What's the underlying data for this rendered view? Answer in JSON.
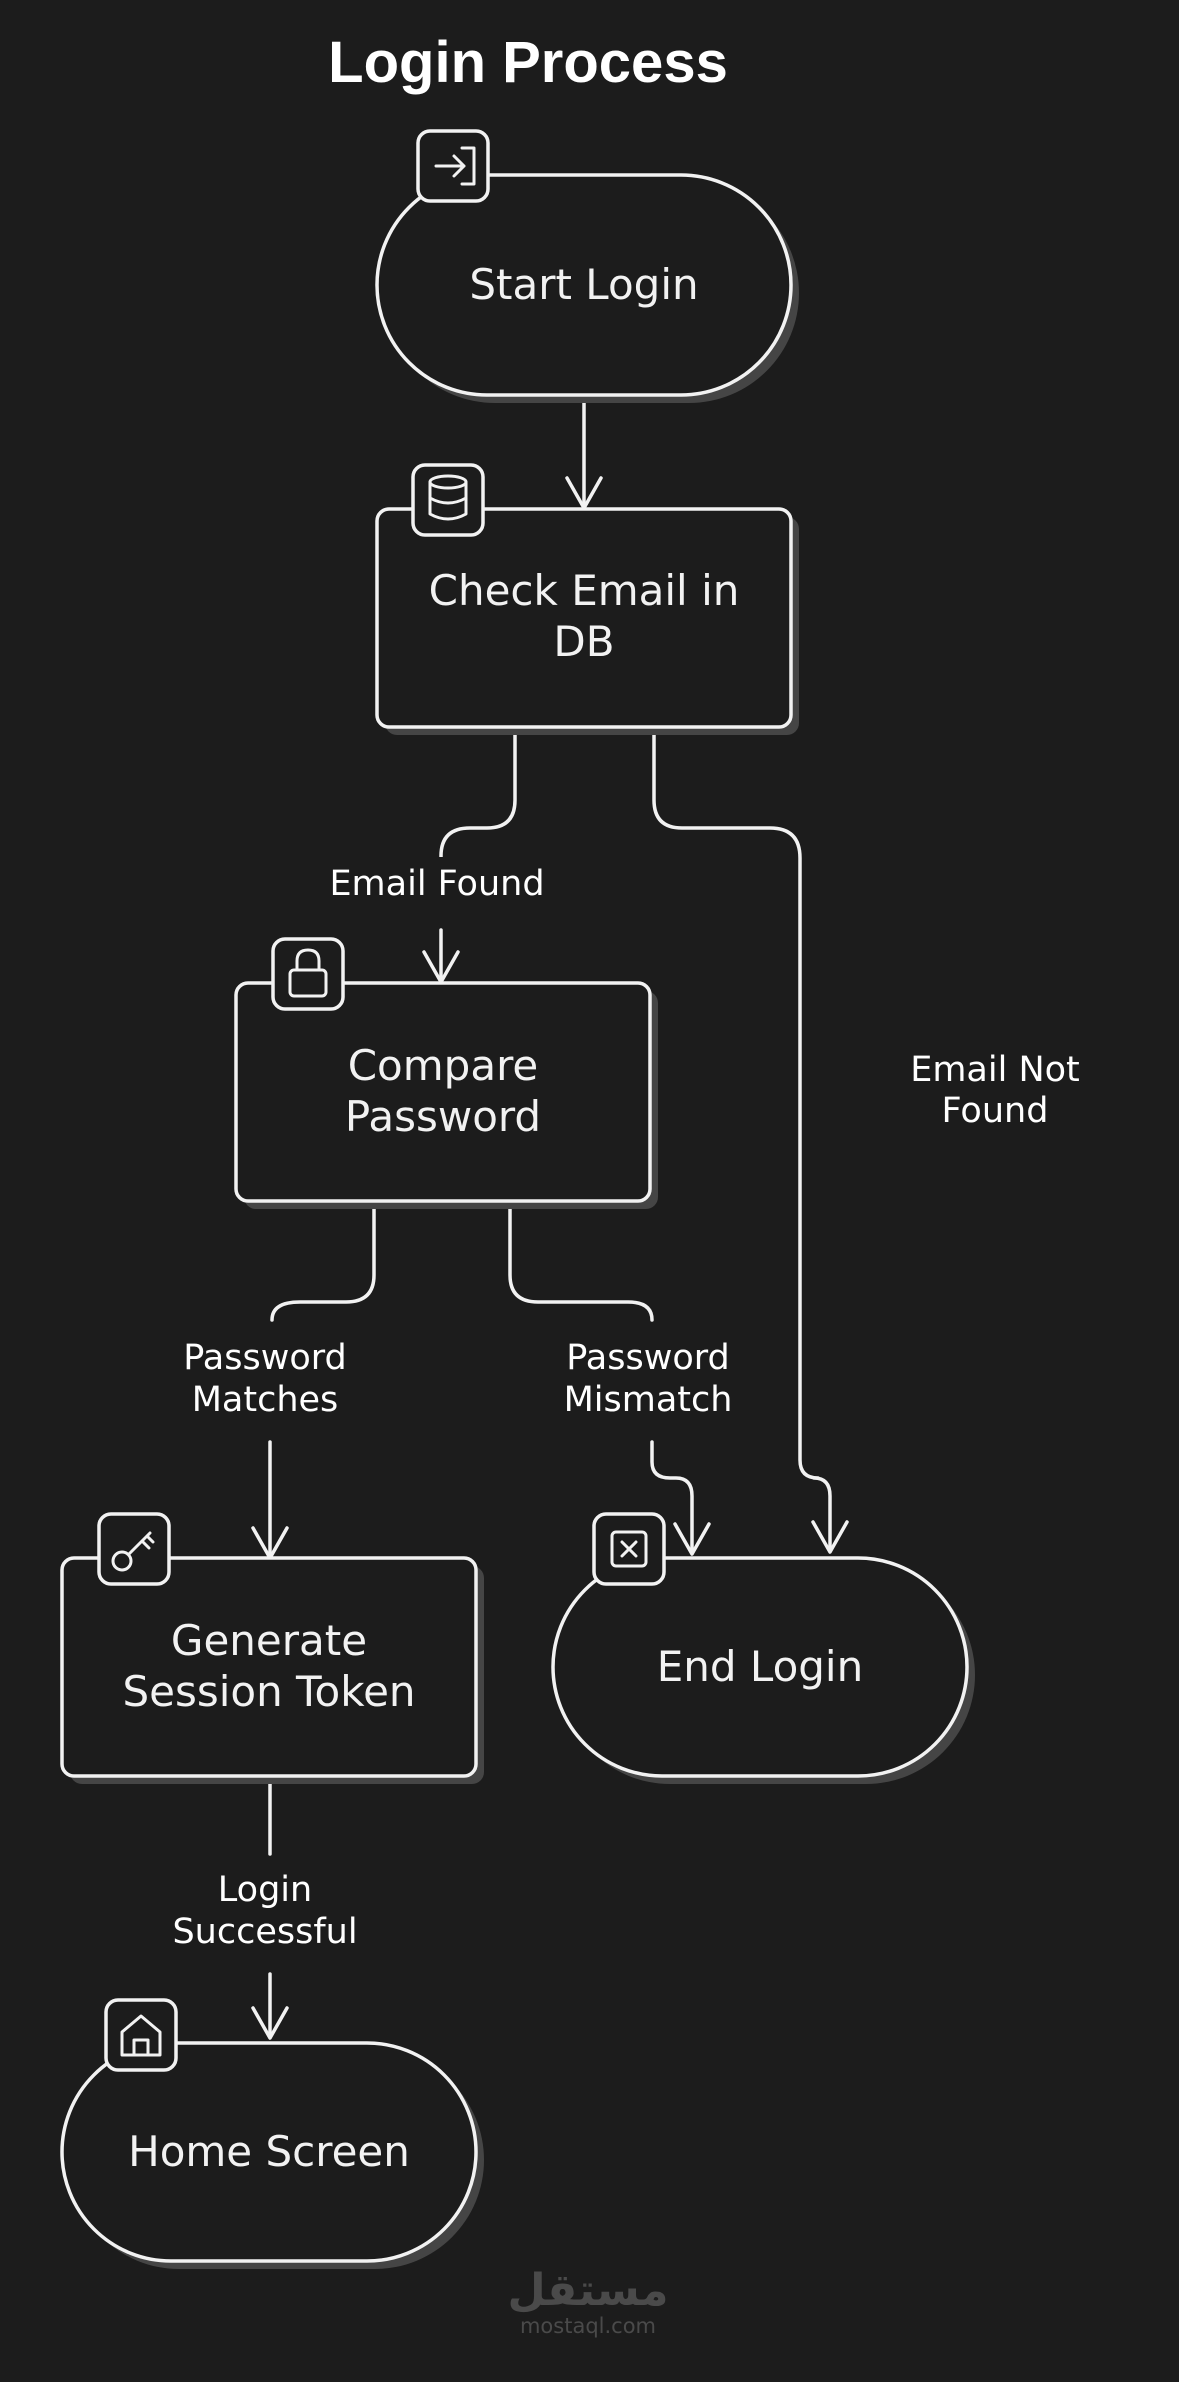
{
  "title": "Login Process",
  "nodes": {
    "start": {
      "lines": [
        "Start Login"
      ],
      "icon": "login-arrow-icon"
    },
    "check_email": {
      "lines": [
        "Check Email in",
        "DB"
      ],
      "icon": "database-icon"
    },
    "compare_password": {
      "lines": [
        "Compare",
        "Password"
      ],
      "icon": "lock-icon"
    },
    "generate_token": {
      "lines": [
        "Generate",
        "Session Token"
      ],
      "icon": "key-icon"
    },
    "end": {
      "lines": [
        "End Login"
      ],
      "icon": "close-x-icon"
    },
    "home": {
      "lines": [
        "Home Screen"
      ],
      "icon": "home-icon"
    }
  },
  "edges": {
    "email_found": {
      "lines": [
        "Email Found"
      ],
      "from": "check_email",
      "to": "compare_password"
    },
    "email_not_found": {
      "lines": [
        "Email Not",
        "Found"
      ],
      "from": "check_email",
      "to": "end"
    },
    "password_matches": {
      "lines": [
        "Password",
        "Matches"
      ],
      "from": "compare_password",
      "to": "generate_token"
    },
    "password_mismatch": {
      "lines": [
        "Password",
        "Mismatch"
      ],
      "from": "compare_password",
      "to": "end"
    },
    "login_successful": {
      "lines": [
        "Login",
        "Successful"
      ],
      "from": "generate_token",
      "to": "home"
    },
    "start_to_check": {
      "lines": [],
      "from": "start",
      "to": "check_email"
    }
  },
  "watermark": {
    "arabic": "مستقل",
    "latin": "mostaql.com"
  },
  "colors": {
    "background": "#1c1c1c",
    "stroke": "#f2f2f2",
    "shadow": "#454545"
  }
}
